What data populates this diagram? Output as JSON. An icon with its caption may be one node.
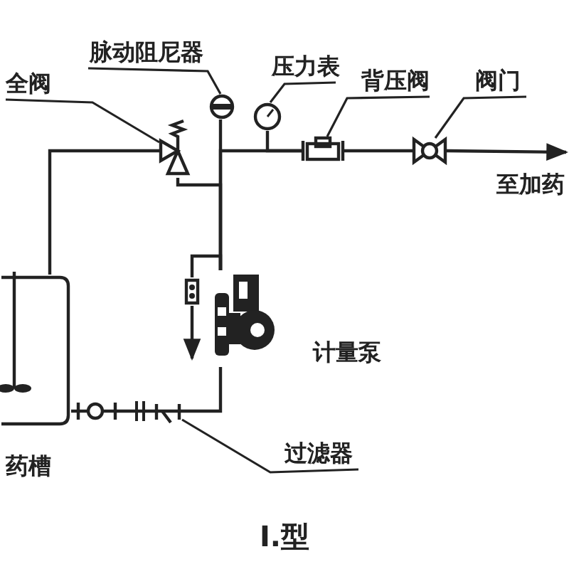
{
  "diagram": {
    "caption": "I.型",
    "nodes": [
      {
        "text": [
          "全阀"
        ]
      },
      {
        "text": [
          "脉动阻尼器"
        ]
      },
      {
        "text": [
          "压力表"
        ]
      },
      {
        "text": [
          "背压阀"
        ]
      },
      {
        "text": [
          "阀门"
        ]
      },
      {
        "text": [
          "至加药"
        ]
      },
      {
        "text": [
          "过滤器"
        ]
      },
      {
        "text": [],
        "shape": "valve"
      },
      {
        "text": [],
        "shape": "circle"
      },
      {
        "text": [],
        "shape": "circle"
      },
      {
        "text": [],
        "shape": "box"
      },
      {
        "text": [],
        "shape": "valve"
      },
      {
        "text": [],
        "shape": "tank",
        "beside": [
          "药槽"
        ]
      },
      {
        "text": [],
        "shape": "valve"
      },
      {
        "text": [],
        "shape": "filter"
      },
      {
        "text": [],
        "shape": "pump",
        "beside": [
          "计量泵"
        ]
      },
      {
        "text": [],
        "shape": "box"
      }
    ],
    "edges": [
      {
        "from": 12,
        "to": 13,
        "arrow": "none"
      },
      {
        "from": 13,
        "to": 14,
        "arrow": "none"
      },
      {
        "from": 14,
        "to": 15,
        "arrow": "none"
      },
      {
        "from": 15,
        "to": 8,
        "arrow": "none"
      },
      {
        "from": 15,
        "to": 7,
        "arrow": "none"
      },
      {
        "from": 15,
        "to": 10,
        "arrow": "none"
      },
      {
        "from": 9,
        "to": 10,
        "arrow": "none"
      },
      {
        "from": 10,
        "to": 11,
        "arrow": "none"
      },
      {
        "from": 11,
        "to": 5,
        "arrow": "to"
      },
      {
        "from": 7,
        "to": 12,
        "arrow": "none"
      },
      {
        "from": 15,
        "to": 16,
        "arrow": "none"
      },
      {
        "from": 16,
        "to": 15,
        "arrow": "to"
      },
      {
        "from": 0,
        "to": 7,
        "arrow": "none"
      },
      {
        "from": 1,
        "to": 8,
        "arrow": "none"
      },
      {
        "from": 2,
        "to": 9,
        "arrow": "none"
      },
      {
        "from": 3,
        "to": 10,
        "arrow": "none"
      },
      {
        "from": 4,
        "to": 11,
        "arrow": "none"
      },
      {
        "from": 6,
        "to": 14,
        "arrow": "none"
      }
    ]
  }
}
